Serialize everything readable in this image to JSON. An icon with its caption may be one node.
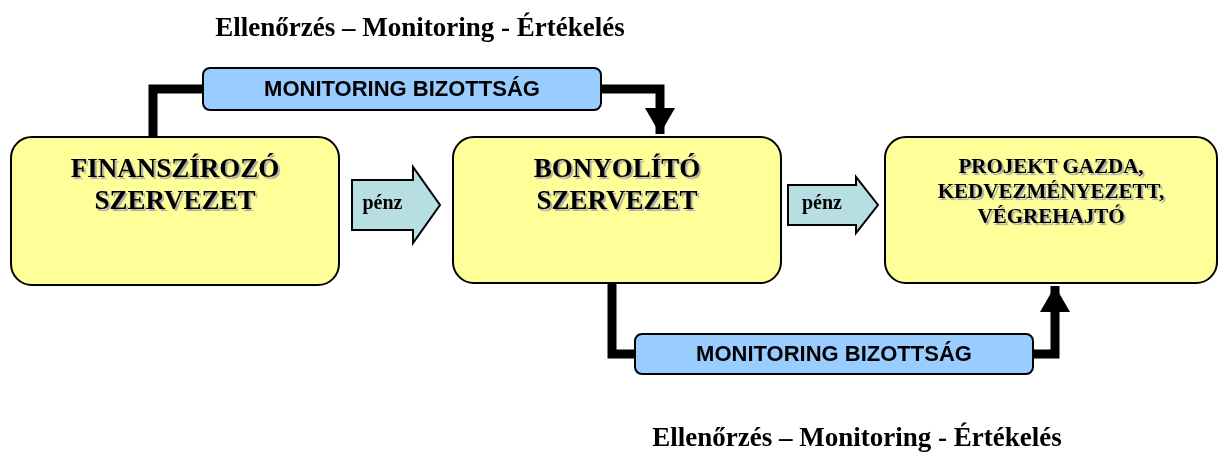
{
  "diagram": {
    "nodes": [
      {
        "text": [
          "FINANSZÍROZÓ SZERVEZET"
        ]
      },
      {
        "text": [
          "BONYOLÍTÓ SZERVEZET"
        ]
      },
      {
        "text": [
          "PROJEKT GAZDA, KEDVEZMÉNYEZETT, VÉGREHAJTÓ"
        ]
      },
      {
        "text": [
          "MONITORING BIZOTTSÁG"
        ]
      },
      {
        "text": [
          "MONITORING BIZOTTSÁG"
        ]
      }
    ],
    "edges": [
      {
        "from": 0,
        "to": 3,
        "arrow": "none"
      },
      {
        "from": 3,
        "to": 1,
        "arrow": "to"
      },
      {
        "from": 0,
        "to": 1,
        "arrow": "to",
        "label": "pénz"
      },
      {
        "from": 1,
        "to": 2,
        "arrow": "to",
        "label": "pénz"
      },
      {
        "from": 1,
        "to": 4,
        "arrow": "none"
      },
      {
        "from": 4,
        "to": 2,
        "arrow": "to"
      }
    ],
    "labels": [
      "Ellenőrzés – Monitoring - Értékelés",
      "Ellenőrzés – Monitoring - Értékelés"
    ]
  }
}
